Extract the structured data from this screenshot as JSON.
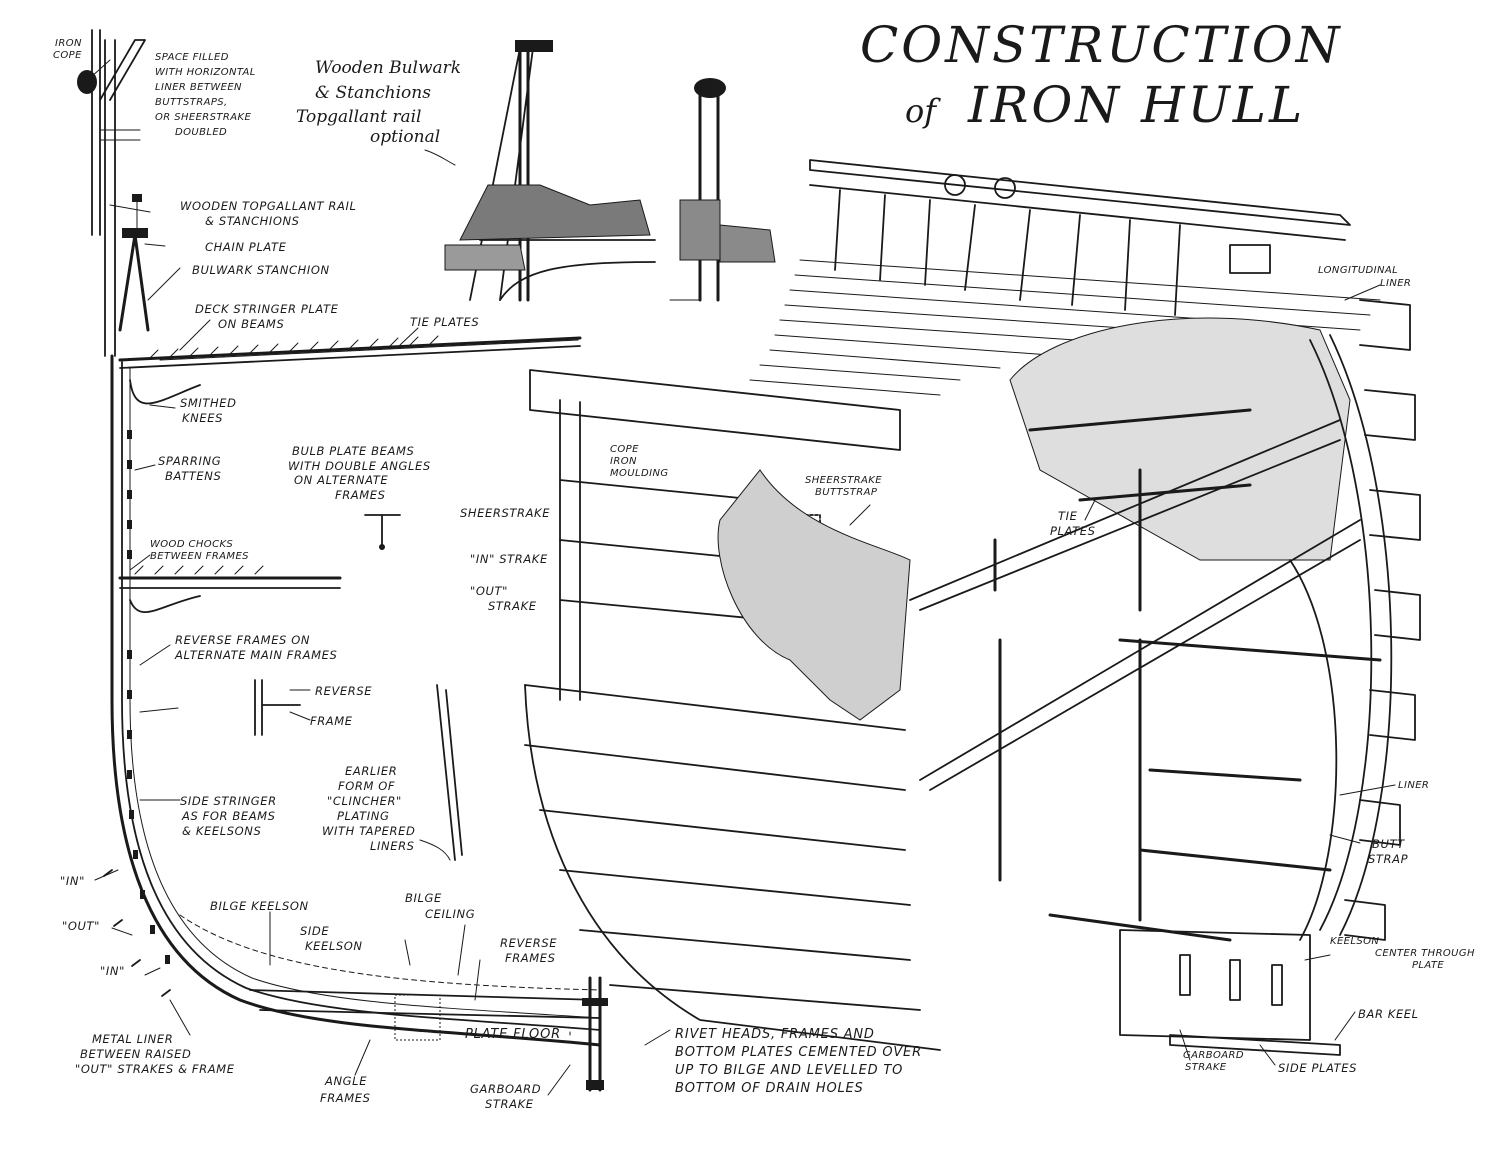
{
  "title": {
    "line1": "CONSTRUCTION",
    "line2_of": "of",
    "line2_main": "IRON HULL"
  },
  "labels": {
    "iron_cope": [
      "IRON",
      "COPE"
    ],
    "space_filled": [
      "SPACE FILLED",
      "WITH HORIZONTAL",
      "LINER BETWEEN",
      "BUTTSTRAPS,",
      "OR SHEERSTRAKE",
      "DOUBLED"
    ],
    "wooden_bulwark": [
      "Wooden Bulwark",
      "& Stanchions",
      "Topgallant rail",
      "optional"
    ],
    "wooden_topgallant": [
      "WOODEN TOPGALLANT RAIL",
      "& STANCHIONS"
    ],
    "chain_plate": "CHAIN PLATE",
    "bulwark_stanchion": "BULWARK STANCHION",
    "deck_stringer": [
      "DECK STRINGER PLATE",
      "ON BEAMS"
    ],
    "tie_plates_top": "TIE PLATES",
    "smithed_knees": [
      "SMITHED",
      "KNEES"
    ],
    "sparring_battens": [
      "SPARRING",
      "BATTENS"
    ],
    "bulb_plate_beams": [
      "BULB PLATE BEAMS",
      "WITH DOUBLE ANGLES",
      "ON ALTERNATE",
      "FRAMES"
    ],
    "wood_chocks": [
      "WOOD CHOCKS",
      "BETWEEN FRAMES"
    ],
    "reverse_frames_on": [
      "REVERSE FRAMES ON",
      "ALTERNATE MAIN FRAMES"
    ],
    "reverse": "REVERSE",
    "frame": "FRAME",
    "earlier_form": [
      "EARLIER",
      "FORM OF",
      "\"CLINCHER\"",
      "PLATING",
      "WITH TAPERED",
      "LINERS"
    ],
    "side_stringer": [
      "SIDE STRINGER",
      "AS FOR BEAMS",
      "& KEELSONS"
    ],
    "in_1": "\"IN\"",
    "out_1": "\"OUT\"",
    "in_2": "\"IN\"",
    "bilge_keelson": "BILGE KEELSON",
    "side_keelson": [
      "SIDE",
      "KEELSON"
    ],
    "bilge_ceiling": [
      "BILGE",
      "CEILING"
    ],
    "reverse_frames": [
      "REVERSE",
      "FRAMES"
    ],
    "plate_floor": "PLATE FLOOR",
    "metal_liner": [
      "METAL LINER",
      "BETWEEN RAISED",
      "\"OUT\" STRAKES & FRAME"
    ],
    "angle_frames": [
      "ANGLE",
      "FRAMES"
    ],
    "garboard_strake_left": [
      "GARBOARD",
      "STRAKE"
    ],
    "rivet_heads": [
      "RIVET HEADS, FRAMES AND",
      "BOTTOM PLATES CEMENTED OVER",
      "UP TO BILGE AND LEVELLED TO",
      "BOTTOM OF DRAIN HOLES"
    ],
    "cope_iron": [
      "COPE",
      "IRON",
      "MOULDING"
    ],
    "sheerstrake_buttstrap": [
      "SHEERSTRAKE",
      "BUTTSTRAP"
    ],
    "sheerstrake": "SHEERSTRAKE",
    "in_strake": "\"IN\" STRAKE",
    "out_strake": [
      "\"OUT\"",
      "STRAKE"
    ],
    "tie_plates_mid": [
      "TIE",
      "PLATES"
    ],
    "longitudinal_liner": [
      "LONGITUDINAL",
      "LINER"
    ],
    "liner": "LINER",
    "butt_strap": [
      "BUTT",
      "STRAP"
    ],
    "keelson_center": [
      "KEELSON",
      "CENTER THROUGH",
      "PLATE"
    ],
    "bar_keel": "BAR KEEL",
    "garboard_strake_right": [
      "GARBOARD",
      "STRAKE"
    ],
    "side_plates": "SIDE PLATES"
  }
}
